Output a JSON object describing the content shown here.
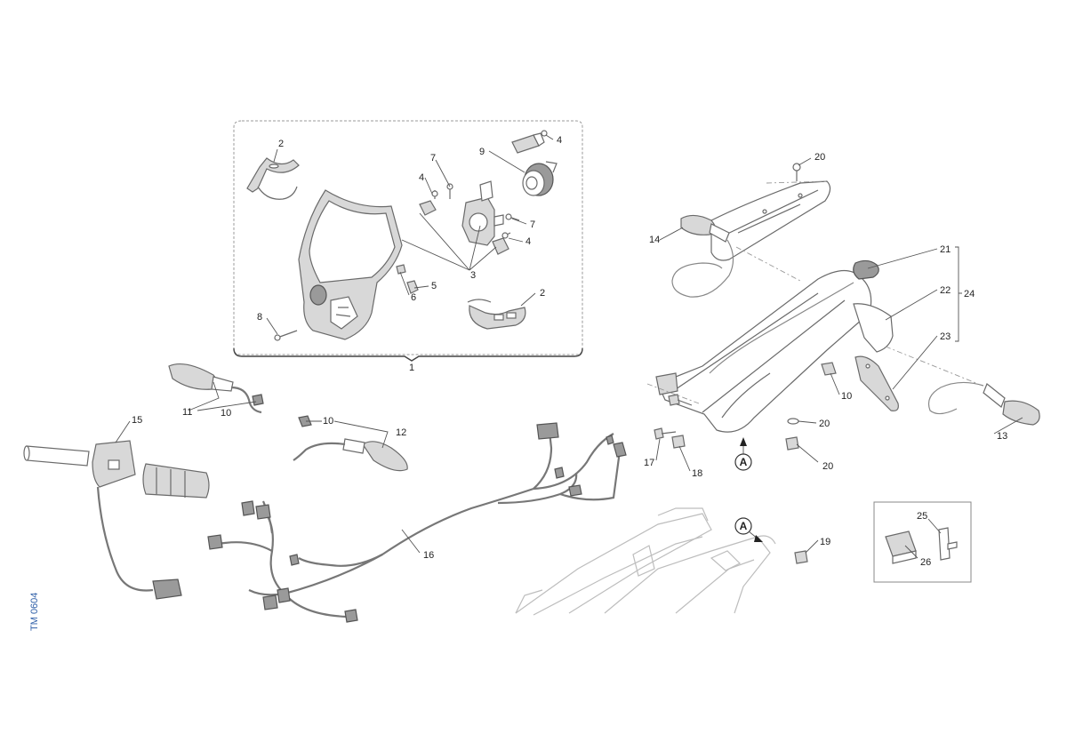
{
  "document_code": "TM 0604",
  "reference_marker": "A",
  "callouts": {
    "c1": "1",
    "c2a": "2",
    "c2b": "2",
    "c3": "3",
    "c4a": "4",
    "c4b": "4",
    "c4c": "4",
    "c5": "5",
    "c6": "6",
    "c7a": "7",
    "c7b": "7",
    "c8": "8",
    "c9": "9",
    "c10a": "10",
    "c10b": "10",
    "c10c": "10",
    "c11": "11",
    "c12": "12",
    "c13": "13",
    "c14": "14",
    "c15": "15",
    "c16": "16",
    "c17": "17",
    "c18": "18",
    "c19": "19",
    "c20a": "20",
    "c20b": "20",
    "c20c": "20",
    "c21": "21",
    "c22": "22",
    "c23": "23",
    "c24": "24",
    "c25": "25",
    "c26": "26"
  }
}
